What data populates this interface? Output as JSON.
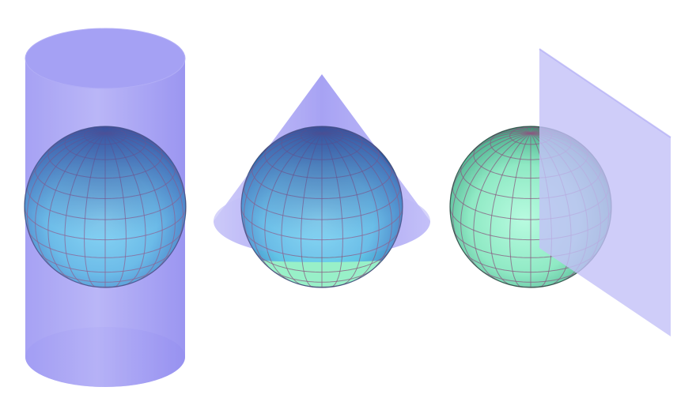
{
  "diagram": {
    "panels": [
      {
        "id": "cylinder",
        "surface": "cylinder",
        "globe": "sphere"
      },
      {
        "id": "cone",
        "surface": "cone",
        "globe": "sphere"
      },
      {
        "id": "plane",
        "surface": "plane",
        "globe": "sphere"
      }
    ],
    "colors": {
      "surface_fill": "#8f89f2",
      "surface_light": "#d9d8fb",
      "surface_edge": "#b9b6f6",
      "sphere_blue": "#6fd3ec",
      "sphere_dark_blue": "#2c4fa0",
      "sphere_green": "#9ef5cf",
      "sphere_dark_green": "#2c6c56",
      "grid_line": "#8a5a80"
    }
  }
}
